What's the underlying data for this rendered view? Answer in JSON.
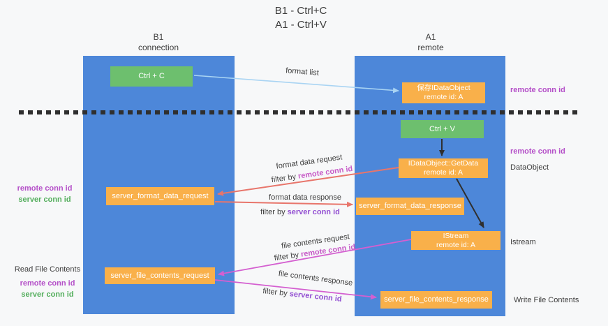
{
  "title": {
    "line1": "B1 - Ctrl+C",
    "line2": "A1 - Ctrl+V"
  },
  "lanes": {
    "left": {
      "title": "B1",
      "subtitle": "connection"
    },
    "right": {
      "title": "A1",
      "subtitle": "remote"
    }
  },
  "boxes": {
    "ctrl_c": {
      "label": "Ctrl + C"
    },
    "save_dataobject": {
      "line1": "保存IDataObject",
      "line2": "remote id: A"
    },
    "ctrl_v": {
      "label": "Ctrl + V"
    },
    "getdata": {
      "line1": "IDataObject::GetData",
      "line2": "remote id: A"
    },
    "format_request": {
      "label": "server_format_data_request"
    },
    "format_response": {
      "label": "server_format_data_response"
    },
    "istream": {
      "line1": "IStream",
      "line2": "remote id: A"
    },
    "file_request": {
      "label": "server_file_contents_request"
    },
    "file_response": {
      "label": "server_file_contents_response"
    }
  },
  "arrows": {
    "format_list": {
      "label": "format list"
    },
    "format_request": {
      "label": "format data request",
      "filter_prefix": "filter by ",
      "filter_key": "remote conn id"
    },
    "format_response": {
      "label": "format data response",
      "filter_prefix": "filter by ",
      "filter_key": "server conn id"
    },
    "file_request": {
      "label": "file contents request",
      "filter_prefix": "filter by ",
      "filter_key": "remote conn id"
    },
    "file_response": {
      "label": "file contents response",
      "filter_prefix": "filter by ",
      "filter_key": "server conn id"
    }
  },
  "side_labels": {
    "left_format": {
      "remote": "remote conn id",
      "server": "server conn id"
    },
    "left_file": {
      "title": "Read File Contents",
      "remote": "remote conn id",
      "server": "server conn id"
    },
    "right_top": "remote conn id",
    "right_ctrlv": "remote conn id",
    "right_dataobject": "DataObject",
    "right_istream": "Istream",
    "right_write": "Write File Contents"
  },
  "colors": {
    "lane_blue": "#4d87d9",
    "box_green": "#6dbf6e",
    "box_orange": "#f9b04a",
    "arrow_salmon": "#e8756b",
    "arrow_magenta": "#d45fd0",
    "arrow_blue": "#a9d4f3",
    "arrow_black": "#2f2f2f",
    "text_magenta": "#b44fc8",
    "text_green": "#53ae5c",
    "text_purple": "#9350d2",
    "text_pink": "#c75bc7",
    "text_dark": "#3d3d3d"
  }
}
